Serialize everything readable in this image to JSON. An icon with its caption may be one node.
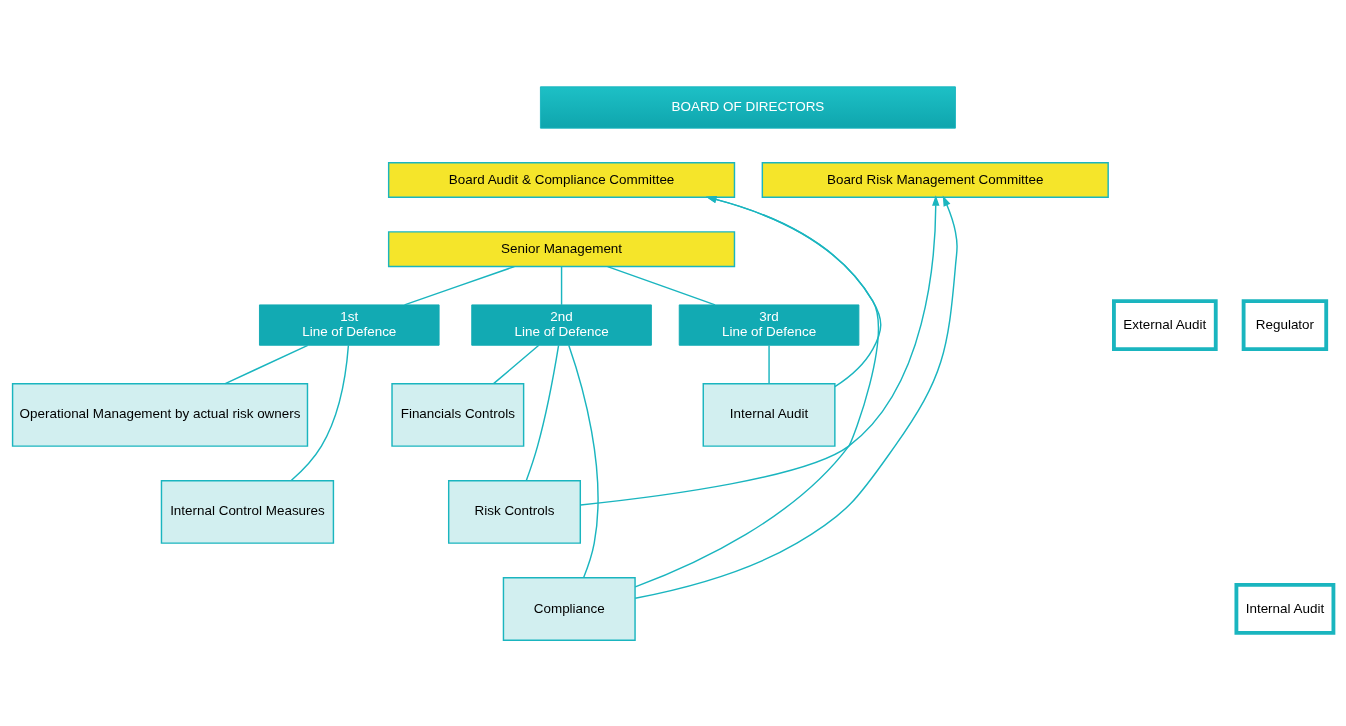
{
  "diagram": {
    "nodes": [
      {
        "text": [
          "BOARD OF DIRECTORS"
        ]
      },
      {
        "text": [
          "Board Audit & Compliance Committee"
        ]
      },
      {
        "text": [
          "Board Risk Management Committee"
        ]
      },
      {
        "text": [
          "Senior Management"
        ]
      },
      {
        "text": [
          "1st",
          "Line of Defence"
        ]
      },
      {
        "text": [
          "2nd",
          "Line of Defence"
        ]
      },
      {
        "text": [
          "3rd",
          "Line of Defence"
        ]
      },
      {
        "text": [
          "Operational Management by actual risk owners"
        ]
      },
      {
        "text": [
          "Internal Control Measures"
        ]
      },
      {
        "text": [
          "Financials Controls"
        ]
      },
      {
        "text": [
          "Risk Controls"
        ]
      },
      {
        "text": [
          "Compliance"
        ]
      },
      {
        "text": [
          "Internal Audit"
        ]
      },
      {
        "text": [
          "External Audit"
        ]
      },
      {
        "text": [
          "Regulator"
        ]
      },
      {
        "text": [
          "Internal Audit"
        ]
      }
    ],
    "edges": [
      {
        "from": 3,
        "to": 4,
        "arrow": "none"
      },
      {
        "from": 3,
        "to": 5,
        "arrow": "none"
      },
      {
        "from": 3,
        "to": 6,
        "arrow": "none"
      },
      {
        "from": 4,
        "to": 7,
        "arrow": "none"
      },
      {
        "from": 4,
        "to": 8,
        "arrow": "none"
      },
      {
        "from": 5,
        "to": 9,
        "arrow": "none"
      },
      {
        "from": 5,
        "to": 10,
        "arrow": "none"
      },
      {
        "from": 5,
        "to": 11,
        "arrow": "none"
      },
      {
        "from": 6,
        "to": 12,
        "arrow": "none"
      },
      {
        "from": 12,
        "to": 1,
        "arrow": "to"
      },
      {
        "from": 11,
        "to": 1,
        "arrow": "to"
      },
      {
        "from": 10,
        "to": 2,
        "arrow": "to"
      },
      {
        "from": 11,
        "to": 2,
        "arrow": "to"
      }
    ]
  }
}
